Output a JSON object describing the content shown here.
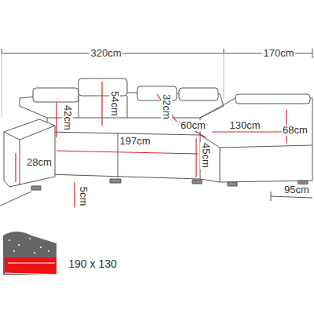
{
  "diagram": {
    "labels": [
      "320cm",
      "170cm",
      "42cm",
      "54cm",
      "32cm",
      "60cm",
      "197cm",
      "130cm",
      "68cm",
      "28cm",
      "45cm",
      "95cm",
      "5cm",
      "190 x 130"
    ]
  }
}
